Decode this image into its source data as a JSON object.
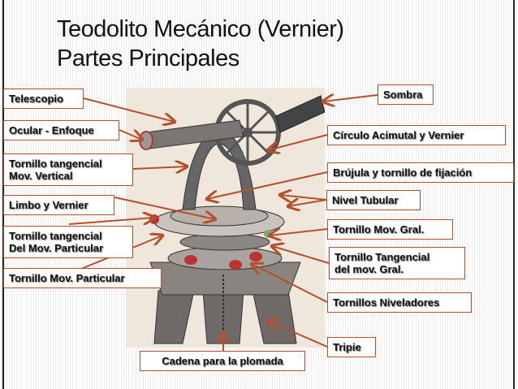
{
  "title": {
    "line1": "Teodolito Mecánico (Vernier)",
    "line2": "Partes Principales"
  },
  "labels": {
    "telescopio": "Telescopio",
    "ocular": "Ocular - Enfoque",
    "tornillo_tang_vertical_1": "Tornillo tangencial",
    "tornillo_tang_vertical_2": "Mov. Vertical",
    "limbo": "Limbo y Vernier",
    "tornillo_tang_part_1": "Tornillo tangencial",
    "tornillo_tang_part_2": "Del Mov. Particular",
    "tornillo_mov_part": "Tornillo Mov. Particular",
    "sombra": "Sombra",
    "circulo": "Círculo Acimutal y Vernier",
    "brujula": "Brújula y tornillo de fijación",
    "nivel": "Nivel Tubular",
    "tornillo_mov_gral": "Tornillo Mov. Gral.",
    "tornillo_tang_gral_1": "Tornillo Tangencial",
    "tornillo_tang_gral_2": "del mov. Gral.",
    "niveladores": "Tornillos Niveladores",
    "tripie": "Tripie",
    "cadena": "Cadena para la plomada"
  },
  "colors": {
    "accent": "#b5502a"
  }
}
